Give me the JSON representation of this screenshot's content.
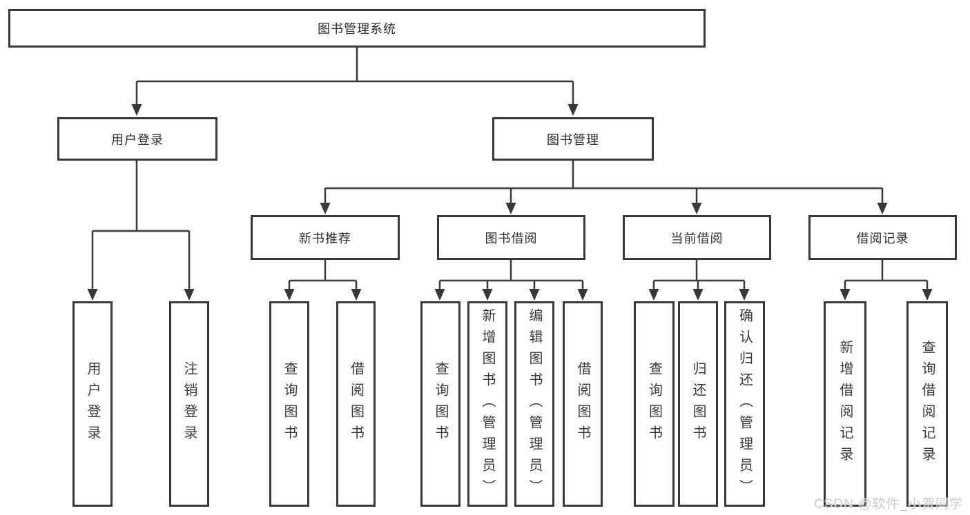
{
  "diagram": {
    "root": {
      "label": "图书管理系统"
    },
    "level2": [
      {
        "label": "用户登录"
      },
      {
        "label": "图书管理"
      }
    ],
    "level3": [
      {
        "label": "新书推荐"
      },
      {
        "label": "图书借阅"
      },
      {
        "label": "当前借阅"
      },
      {
        "label": "借阅记录"
      }
    ],
    "leaves": {
      "user_login": [
        "用户登录",
        "注销登录"
      ],
      "new_book_recommend": [
        "查询图书",
        "借阅图书"
      ],
      "book_borrow": [
        "查询图书",
        "新增图书（管理员）",
        "编辑图书（管理员）",
        "借阅图书"
      ],
      "current_borrow": [
        "查询图书",
        "归还图书",
        "确认归还（管理员）"
      ],
      "borrow_records": [
        "新增借阅记录",
        "查询借阅记录"
      ]
    }
  },
  "watermark": "CSDN @软件_小贺同学",
  "colors": {
    "line": "#383838",
    "text": "#2b2b2b",
    "watermark": "#cccccc",
    "background": "#ffffff"
  }
}
